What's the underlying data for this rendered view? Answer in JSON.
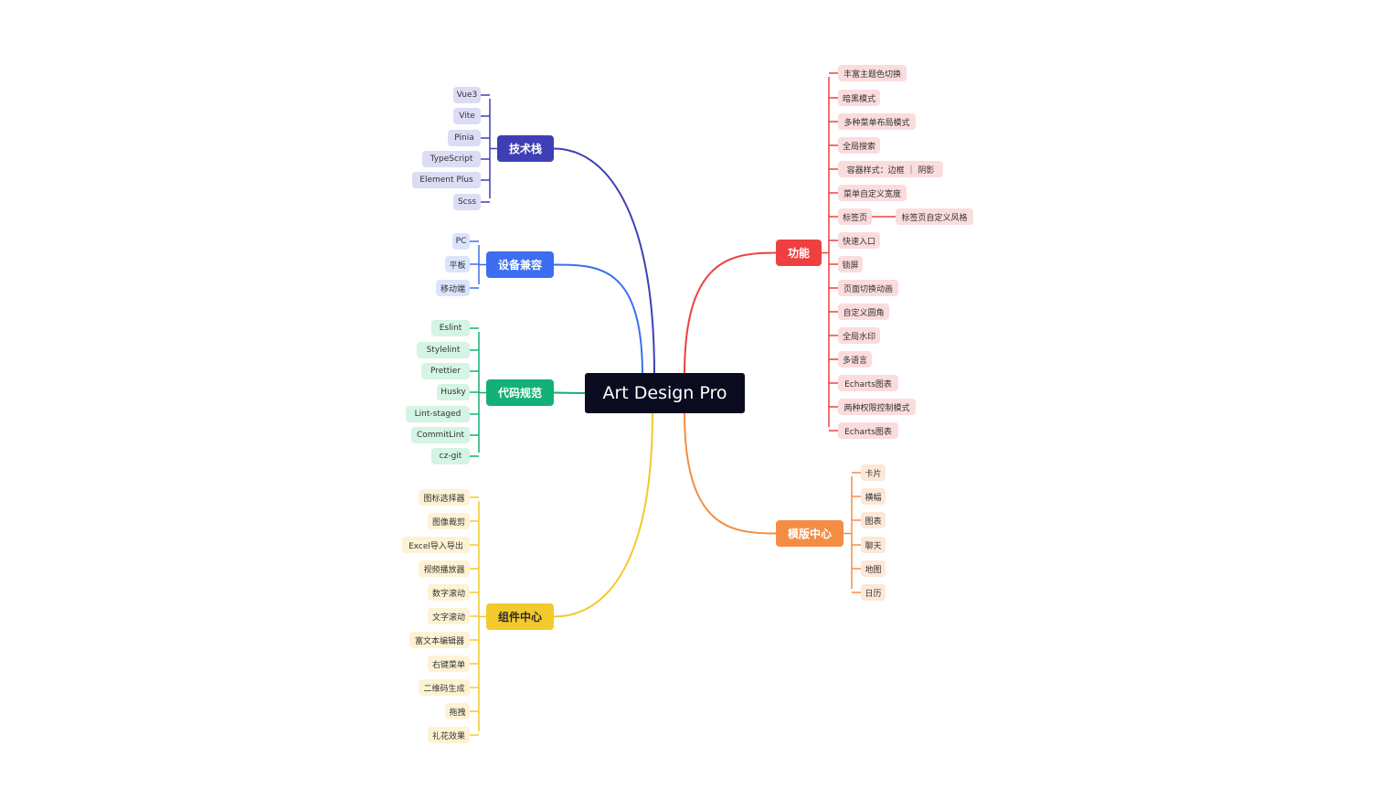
{
  "root": {
    "label": "Art Design Pro"
  },
  "branches": [
    {
      "id": "tech",
      "label": "技术栈",
      "color": "#3f3fb5",
      "leaf_bg": "#dcdcf5",
      "children": [
        "Vue3",
        "Vite",
        "Pinia",
        "TypeScript",
        "Element Plus",
        "Scss"
      ]
    },
    {
      "id": "device",
      "label": "设备兼容",
      "color": "#3d6df0",
      "leaf_bg": "#dbe4fd",
      "children": [
        "PC",
        "平板",
        "移动端"
      ]
    },
    {
      "id": "code",
      "label": "代码规范",
      "color": "#13b077",
      "leaf_bg": "#d4f4e4",
      "children": [
        "Eslint",
        "Stylelint",
        "Prettier",
        "Husky",
        "Lint-staged",
        "CommitLint",
        "cz-git"
      ]
    },
    {
      "id": "component",
      "label": "组件中心",
      "color": "#f2ca2c",
      "leaf_bg": "#fdf3d4",
      "children": [
        "图标选择器",
        "图像裁剪",
        "Excel导入导出",
        "视频播放器",
        "数字滚动",
        "文字滚动",
        "富文本编辑器",
        "右键菜单",
        "二维码生成",
        "拖拽",
        "礼花效果"
      ]
    },
    {
      "id": "feature",
      "label": "功能",
      "color": "#ee4040",
      "leaf_bg": "#fbdcdc",
      "children": [
        "丰富主题色切换",
        "暗黑模式",
        "多种菜单布局模式",
        "全局搜索",
        "容器样式：边框 ｜ 阴影",
        "菜单自定义宽度",
        "标签页",
        "快速入口",
        "锁屏",
        "页面切换动画",
        "自定义圆角",
        "全局水印",
        "多语言",
        "Echarts图表",
        "两种权限控制模式",
        "Echarts图表"
      ],
      "sub": {
        "parent": "标签页",
        "label": "标签页自定义风格"
      }
    },
    {
      "id": "template",
      "label": "模版中心",
      "color": "#f48d43",
      "leaf_bg": "#fde7d7",
      "children": [
        "卡片",
        "横幅",
        "图表",
        "聊天",
        "地图",
        "日历"
      ]
    }
  ]
}
